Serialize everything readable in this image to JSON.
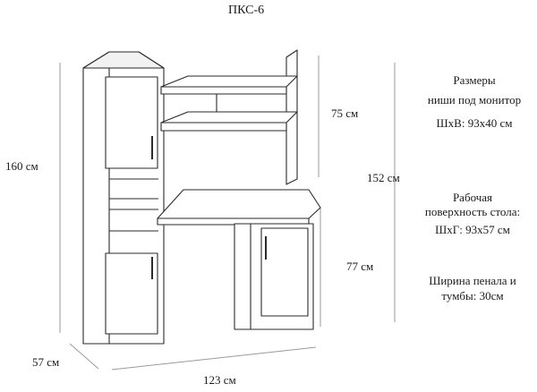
{
  "title": "ПКС-6",
  "dimensions": {
    "total_height": "160 см",
    "top_section_height": "75 см",
    "overall_height": "152 см",
    "desk_height": "77 см",
    "depth": "57 см",
    "width": "123 см"
  },
  "notes": {
    "monitor_niche": {
      "line1": "Размеры",
      "line2": "ниши под монитор",
      "line3": "ШхВ: 93х40 см"
    },
    "work_surface": {
      "line1": "Рабочая",
      "line2": "поверхность стола:",
      "line3": "ШхГ:  93х57 см"
    },
    "cabinet_width": {
      "line1": "Ширина пенала и",
      "line2": "тумбы: 30см"
    }
  },
  "colors": {
    "line": "#2a2a2a",
    "dimension_line": "#9a9a9a",
    "panel": "#ffffff"
  }
}
